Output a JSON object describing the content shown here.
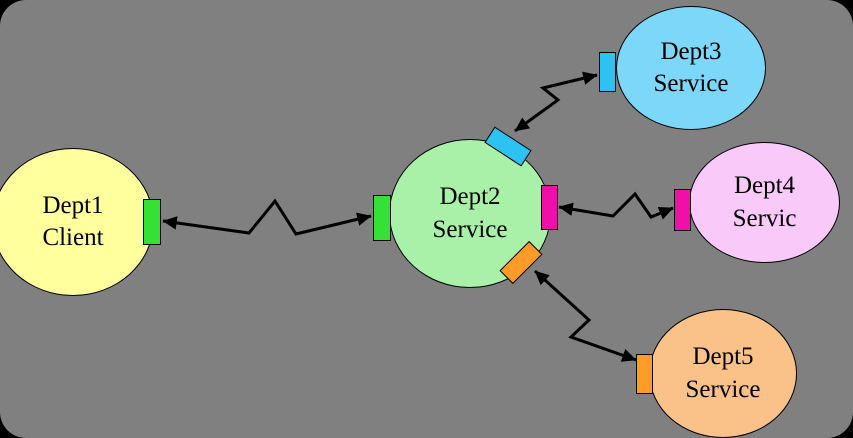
{
  "canvas": {
    "background": "#808080",
    "page_background": "#000000"
  },
  "nodes": [
    {
      "id": "dept1-client",
      "line1": "Dept1",
      "line2": "Client",
      "fill": "#ffff9e"
    },
    {
      "id": "dept2-service",
      "line1": "Dept2",
      "line2": "Service",
      "fill": "#a9f1a9"
    },
    {
      "id": "dept3-service",
      "line1": "Dept3",
      "line2": "Service",
      "fill": "#7dd7f8"
    },
    {
      "id": "dept4-service",
      "line1": "Dept4",
      "line2": "Servic",
      "fill": "#f9c9f9"
    },
    {
      "id": "dept5-service",
      "line1": "Dept5",
      "line2": "Service",
      "fill": "#fac189"
    }
  ],
  "ports": [
    {
      "id": "dept1-client-port",
      "color": "#36e136"
    },
    {
      "id": "dept2-client-facing-port",
      "color": "#36e136"
    },
    {
      "id": "dept2-dept3-port",
      "color": "#2cc3f2"
    },
    {
      "id": "dept3-service-port",
      "color": "#2cc3f2"
    },
    {
      "id": "dept2-dept4-port",
      "color": "#ee10a9"
    },
    {
      "id": "dept4-service-port",
      "color": "#ee10a9"
    },
    {
      "id": "dept2-dept5-port",
      "color": "#ff9b26"
    },
    {
      "id": "dept5-service-port",
      "color": "#ff9b26"
    }
  ],
  "connections": {
    "stroke": "#000000",
    "style": "jagged-double-headed-arrow",
    "links": [
      {
        "from": "dept1-client",
        "to": "dept2-service"
      },
      {
        "from": "dept2-service",
        "to": "dept3-service"
      },
      {
        "from": "dept2-service",
        "to": "dept4-service"
      },
      {
        "from": "dept2-service",
        "to": "dept5-service"
      }
    ]
  }
}
